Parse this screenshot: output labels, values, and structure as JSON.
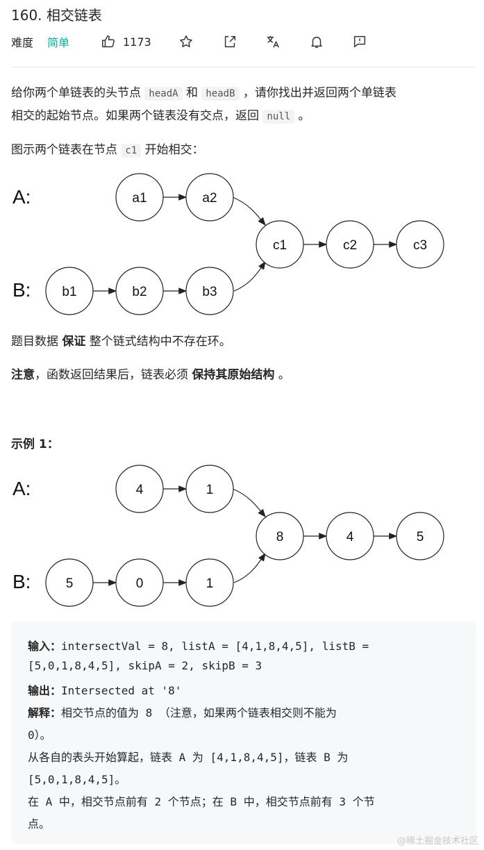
{
  "problem": {
    "title": "160. 相交链表",
    "difficulty_label": "难度",
    "difficulty_value": "简单",
    "likes": "1173"
  },
  "toolbar_icons": [
    "thumbs-up-icon",
    "star-icon",
    "share-icon",
    "translate-icon",
    "bell-icon",
    "feedback-icon"
  ],
  "description": {
    "p1_a": "给你两个单链表的头节点 ",
    "p1_code1": "headA",
    "p1_b": " 和 ",
    "p1_code2": "headB",
    "p1_c": " ，请你找出并返回两个单链表",
    "p1_line2_a": "相交的起始节点。如果两个链表没有交点，返回 ",
    "p1_code3": "null",
    "p1_line2_b": " 。",
    "p2_a": "图示两个链表在节点 ",
    "p2_code": "c1",
    "p2_b": " 开始相交："
  },
  "diagram1": {
    "label_a": "A:",
    "label_b": "B:",
    "nodes_a": [
      "a1",
      "a2"
    ],
    "nodes_common": [
      "c1",
      "c2",
      "c3"
    ],
    "nodes_b": [
      "b1",
      "b2",
      "b3"
    ]
  },
  "notes": {
    "n1_a": "题目数据 ",
    "n1_bold": "保证",
    "n1_b": " 整个链式结构中不存在环。",
    "n2_bold1": "注意",
    "n2_a": "，函数返回结果后，链表必须 ",
    "n2_bold2": "保持其原始结构",
    "n2_b": " 。"
  },
  "example1": {
    "heading": "示例 1：",
    "label_a": "A:",
    "label_b": "B:",
    "nodes_a": [
      "4",
      "1"
    ],
    "nodes_common": [
      "8",
      "4",
      "5"
    ],
    "nodes_b": [
      "5",
      "0",
      "1"
    ],
    "input_label": "输入：",
    "input_line1": "intersectVal = 8, listA = [4,1,8,4,5], listB =",
    "input_line2": "[5,0,1,8,4,5], skipA = 2, skipB = 3",
    "output_label": "输出：",
    "output_value": "Intersected at '8'",
    "explain_label": "解释：",
    "explain_line1": "相交节点的值为 8 （注意，如果两个链表相交则不能为",
    "explain_line2": "0）。",
    "explain_line3": "从各自的表头开始算起，链表 A 为 [4,1,8,4,5]，链表 B 为",
    "explain_line4": "[5,0,1,8,4,5]。",
    "explain_line5": "在 A 中，相交节点前有 2 个节点；在 B 中，相交节点前有 3 个节",
    "explain_line6": "点。"
  },
  "watermark": "@稀土掘金技术社区"
}
